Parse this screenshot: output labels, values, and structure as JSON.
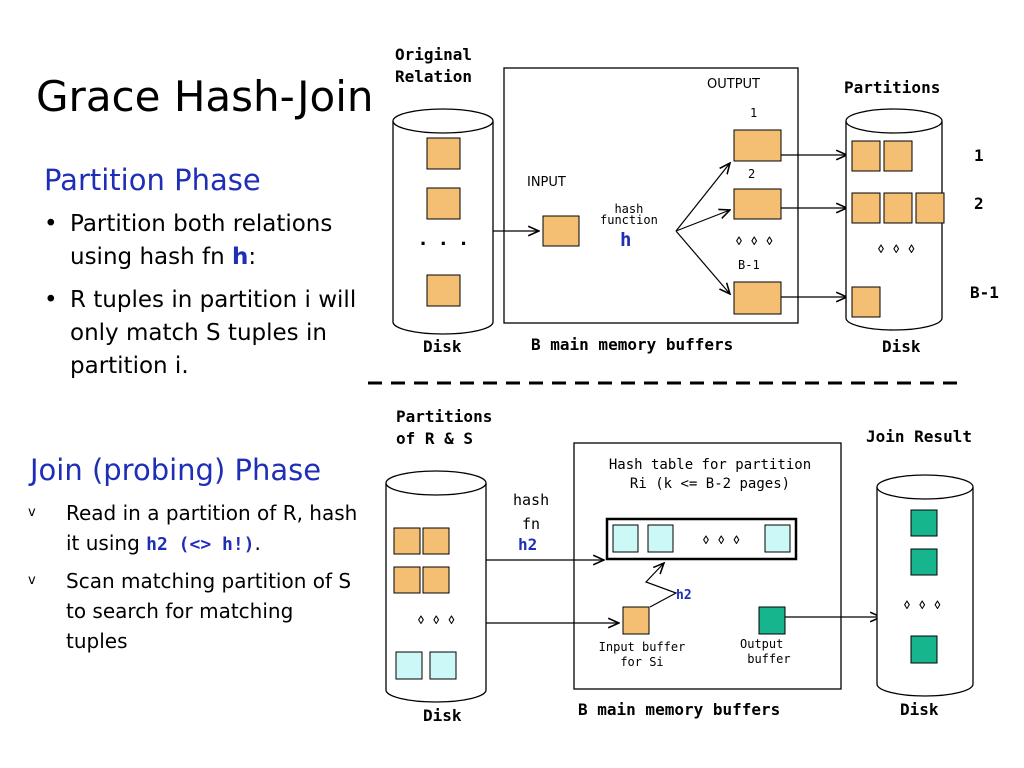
{
  "title": "Grace Hash-Join",
  "partition_phase": {
    "heading": "Partition Phase",
    "bullet1_a": "Partition both relations using hash fn ",
    "bullet1_b": "h",
    "bullet1_c": ":",
    "bullet2": "R tuples in partition i will only match S tuples in partition i."
  },
  "join_phase": {
    "heading": "Join (probing) Phase",
    "bullet_marker": "v",
    "bullet1_a": "Read in a partition of R, hash it using ",
    "bullet1_b": "h2 (<> h!)",
    "bullet1_c": ".",
    "bullet2": "Scan matching partition of S to search for matching tuples"
  },
  "top_diagram": {
    "original_relation": "Original\nRelation",
    "dots_left": ". . .",
    "disk_left": "Disk",
    "input": "INPUT",
    "hash_function": "hash\nfunction",
    "h": "h",
    "output": "OUTPUT",
    "out1": "1",
    "out2": "2",
    "outb": "B-1",
    "diamonds": "◊ ◊ ◊",
    "memory": "B main memory buffers",
    "partitions": "Partitions",
    "p1": "1",
    "p2": "2",
    "pb": "B-1",
    "disk_right": "Disk"
  },
  "bottom_diagram": {
    "partitions_rs": "Partitions\nof R & S",
    "hash_fn": "hash\n fn",
    "h2": "h2",
    "hash_table": "Hash table for partition\nRi (k <= B-2 pages)",
    "h2_inner": "h2",
    "input_buffer": "Input buffer\nfor Si",
    "output_buffer": "Output\n buffer",
    "memory": "B main memory buffers",
    "join_result": "Join Result",
    "disk_left": "Disk",
    "disk_right": "Disk",
    "diamonds": "◊ ◊ ◊"
  },
  "colors": {
    "orange": "#f4bf73",
    "cyan": "#ccf8f8",
    "green": "#16b58d",
    "blue": "#1f2fb5"
  }
}
